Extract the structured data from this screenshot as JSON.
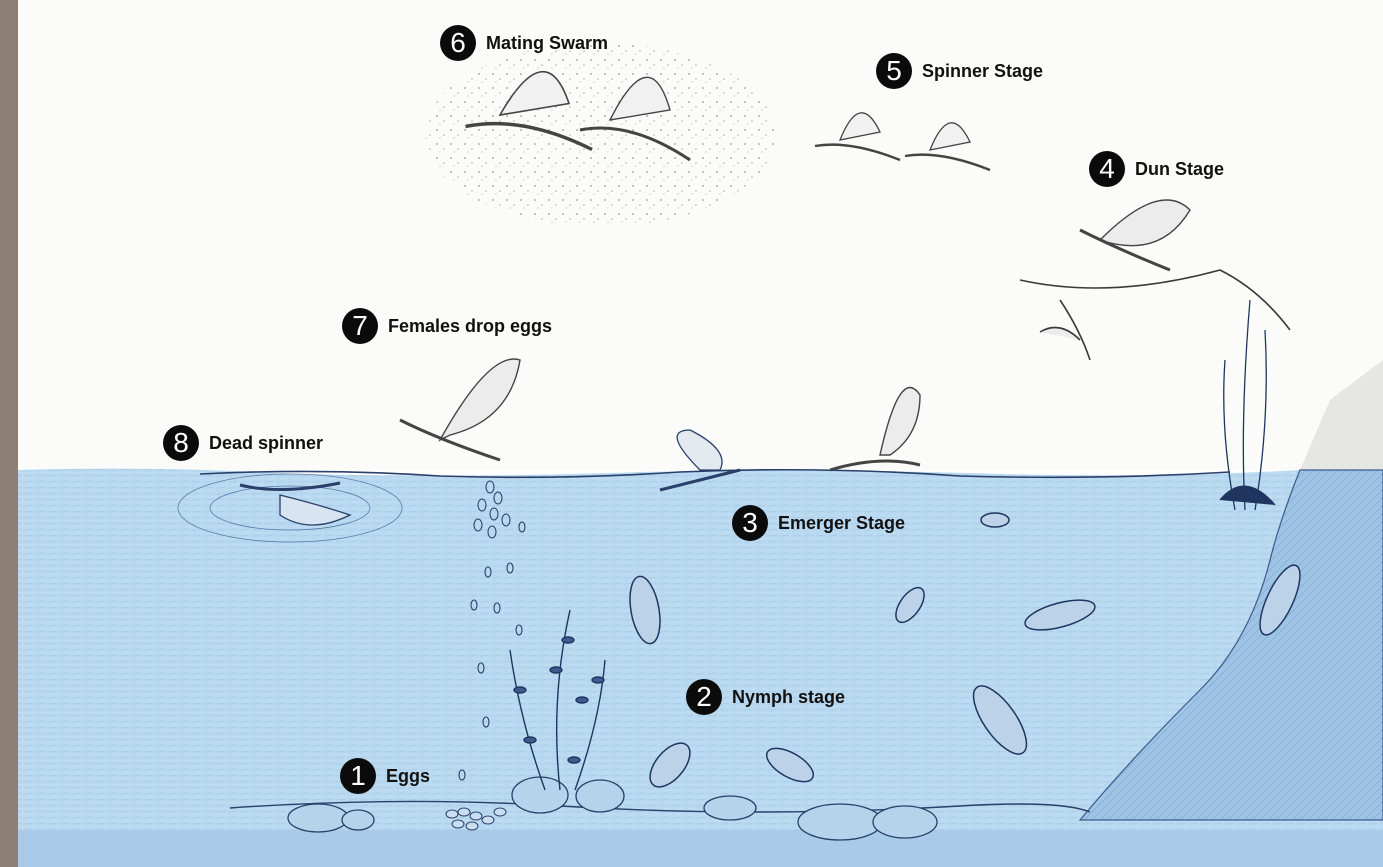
{
  "diagram": {
    "stages": [
      {
        "id": "eggs",
        "number": "1",
        "label": "Eggs"
      },
      {
        "id": "nymph",
        "number": "2",
        "label": "Nymph stage"
      },
      {
        "id": "emerger",
        "number": "3",
        "label": "Emerger Stage"
      },
      {
        "id": "dun",
        "number": "4",
        "label": "Dun Stage"
      },
      {
        "id": "spinner",
        "number": "5",
        "label": "Spinner Stage"
      },
      {
        "id": "swarm",
        "number": "6",
        "label": "Mating Swarm"
      },
      {
        "id": "females",
        "number": "7",
        "label": "Females drop eggs"
      },
      {
        "id": "dead",
        "number": "8",
        "label": "Dead spinner"
      }
    ],
    "colors": {
      "sky": "#fbfbf9",
      "water": "#b8d8ef",
      "water_deep": "#9ec6e6",
      "ink": "#1e3a66",
      "frame": "#8c8074",
      "badge": "#0b0b0b"
    }
  }
}
